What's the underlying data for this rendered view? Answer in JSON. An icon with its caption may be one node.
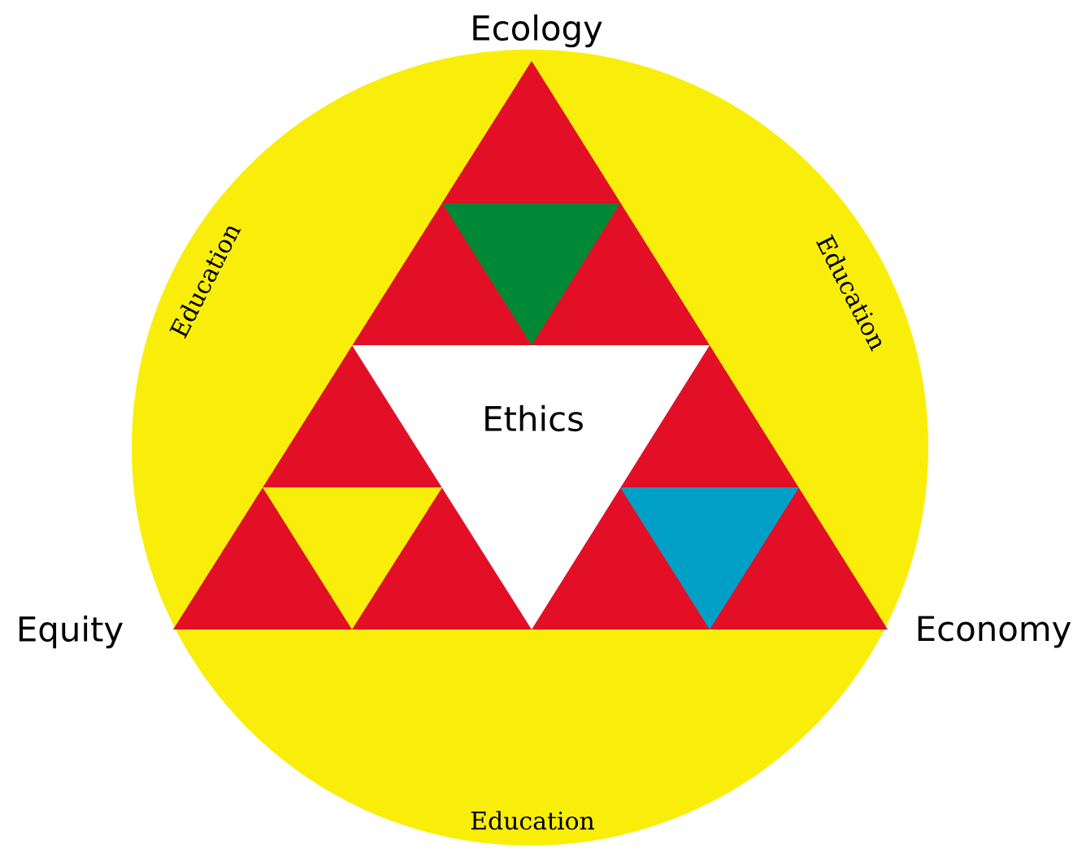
{
  "diagram": {
    "nodes": [
      {
        "text": [],
        "shape": "triangle"
      },
      {
        "text": [
          "Ethics"
        ]
      },
      {
        "text": [],
        "shape": "triangle"
      },
      {
        "text": [],
        "shape": "triangle"
      }
    ],
    "labels": [
      "Ecology",
      "Education",
      "Education",
      "Equity",
      "Economy",
      "Education"
    ]
  }
}
